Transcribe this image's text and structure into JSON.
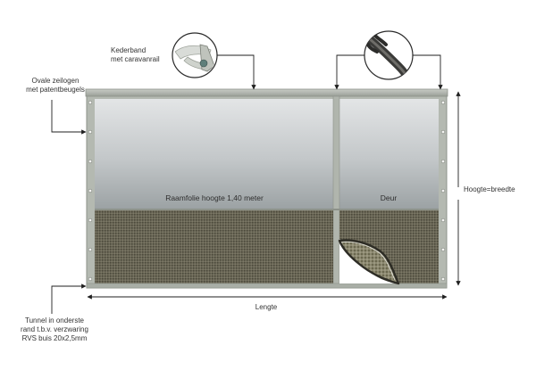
{
  "labels": {
    "kederband": "Kederband\nmet caravanrail",
    "ovale_zeilogen": "Ovale zeilogen\nmet patentbeugels",
    "raamfolie": "Raamfolie hoogte 1,40 meter",
    "deur": "Deur",
    "hoogte": "Hoogte=breedte",
    "lengte": "Lengte",
    "tunnel": "Tunnel in onderste\nrand t.b.v. verzwaring\nRVS buis 20x2,5mm"
  },
  "colors": {
    "frame": "#b7bcb4",
    "frame_dark": "#8e938b",
    "window_top": "#d9dcdd",
    "window_bottom": "#9fa5a7",
    "mesh": "#5d5a4a",
    "arrow": "#1f1f1f"
  }
}
